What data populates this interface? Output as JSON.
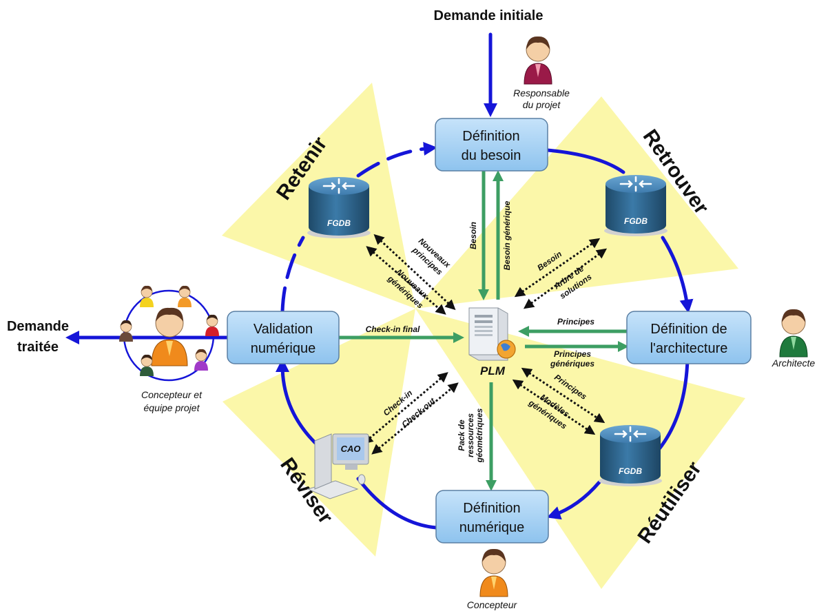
{
  "diagram": {
    "top_input": "Demande initiale",
    "left_output_line1": "Demande",
    "left_output_line2": "traitée",
    "center": "PLM",
    "phases": {
      "retenir": "Retenir",
      "retrouver": "Retrouver",
      "reutiliser": "Réutiliser",
      "reviser": "Réviser"
    },
    "boxes": {
      "besoin_l1": "Définition",
      "besoin_l2": "du besoin",
      "archi_l1": "Définition de",
      "archi_l2": "l'architecture",
      "numerique_l1": "Définition",
      "numerique_l2": "numérique",
      "validation_l1": "Validation",
      "validation_l2": "numérique"
    },
    "databases": {
      "label": "FGDB"
    },
    "cad": {
      "label": "CAO"
    },
    "actors": {
      "responsable_l1": "Responsable",
      "responsable_l2": "du projet",
      "architecte": "Architecte",
      "concepteur": "Concepteur",
      "equipe_l1": "Concepteur et",
      "equipe_l2": "équipe projet"
    },
    "flows": {
      "besoin": "Besoin",
      "besoin_generique": "Besoin générique",
      "principes": "Principes",
      "principes_generiques_l1": "Principes",
      "principes_generiques_l2": "génériques",
      "checkin_final": "Check-in final",
      "pack_l1": "Pack de",
      "pack_l2": "ressources",
      "pack_l3": "géométriques",
      "nouveaux_principes_l1": "Nouveaux",
      "nouveaux_principes_l2": "principes",
      "nouveaux_generiques_l1": "Nouveaux",
      "nouveaux_generiques_l2": "génériques",
      "ne_besoin": "Besoin",
      "arbre_l1": "Arbre de",
      "arbre_l2": "solutions",
      "se_principes": "Principes",
      "modeles_l1": "Modèles",
      "modeles_l2": "génériques",
      "checkin": "Check-in",
      "checkout": "Check-out"
    }
  },
  "colors": {
    "sector": "#fbf7a9",
    "box_fill": "#a9d4f5",
    "box_stroke": "#5a7fa3",
    "cycle_arrow": "#1515d8",
    "plm_arrow": "#3d9e63",
    "db_body": "#2d5f86"
  }
}
